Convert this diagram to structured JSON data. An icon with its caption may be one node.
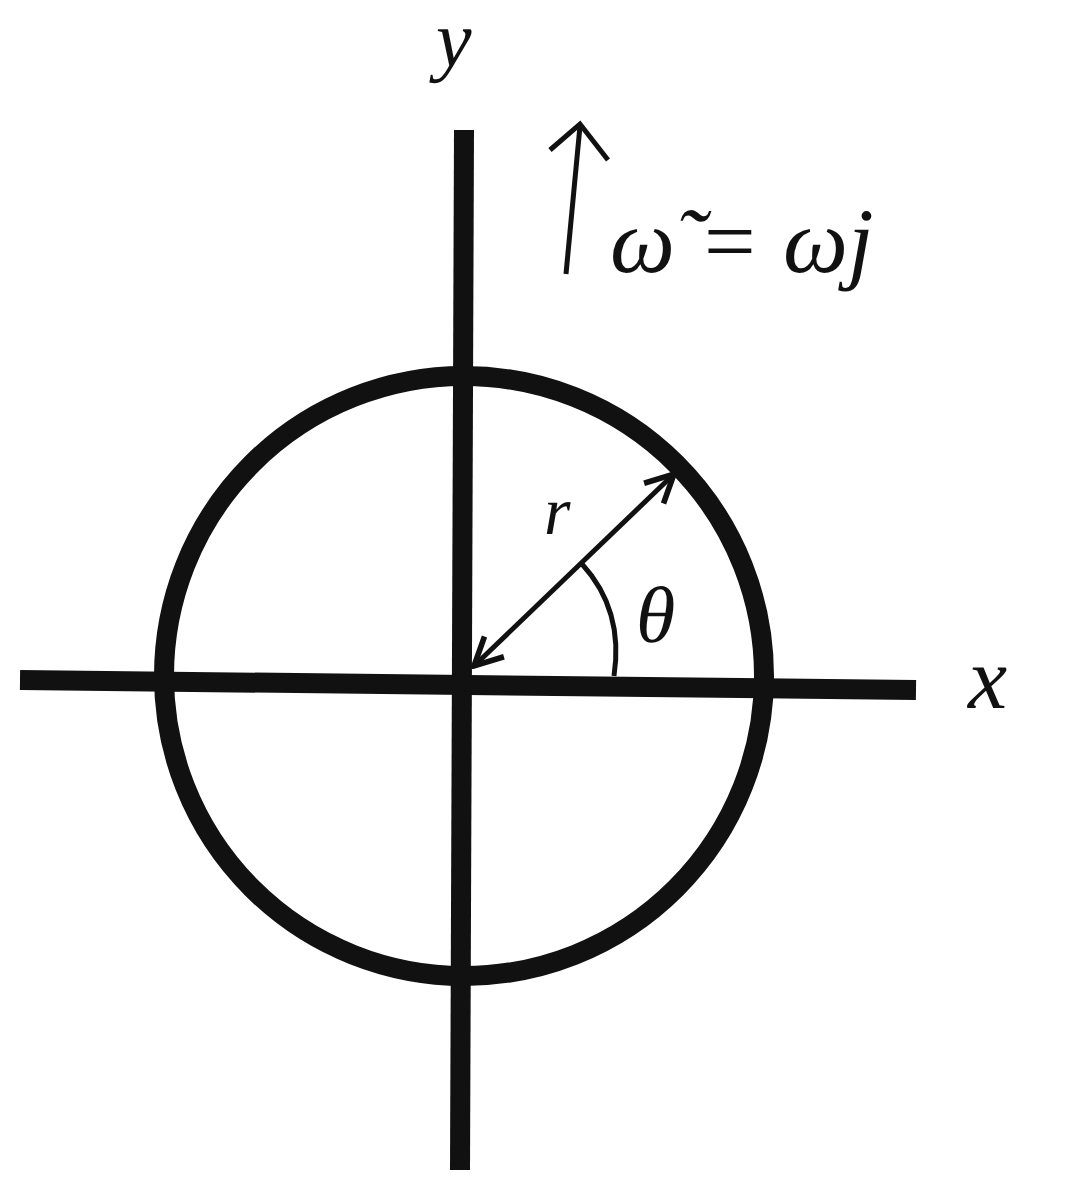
{
  "diagram": {
    "labels": [
      "y",
      "ω̃ = ωj",
      "r",
      "θ",
      "x"
    ]
  }
}
